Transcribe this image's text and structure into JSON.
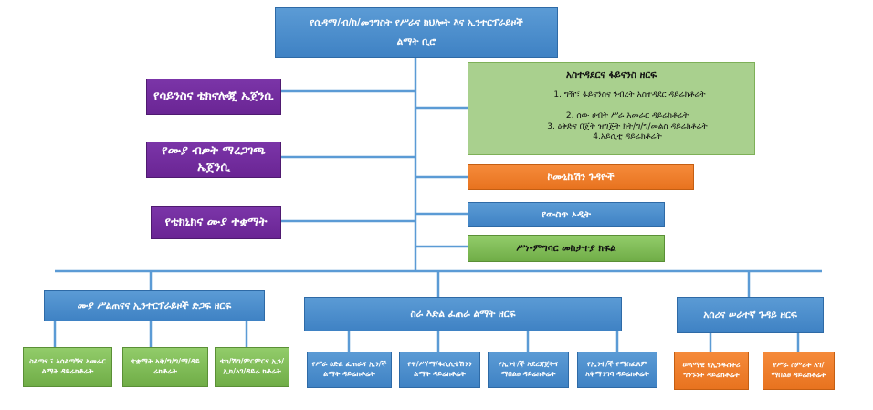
{
  "head": {
    "line1": "የሲዳማ/ብ/ክ/መንግስት የሥራና ክህሎት እና ኢንተርፕራይዞች",
    "line2": "ልማት ቢሮ"
  },
  "agencies": [
    "የሳይንስና ቴክኖሎጂ ኤጀንሲ",
    "የሙያ ብቃት ማረጋገጫ ኤጀንሲ",
    "የቴክኒክና ሙያ ተቋማት"
  ],
  "admin": {
    "title": "አስተዳደርና ፋይናንስ ዘርፍ",
    "items": [
      "1. ግዥ፣ ፋይናንስና ንብረት አስተዳደር ዳይሬክቶሬት",
      "2. ሰው ሀብት ሥራ አመራር ዳይሬክቶሬት",
      "3. ዕቅድና በጀት ዝግጅት ክት/ግ/ግ/መልስ ዳይሬክቶሬት",
      "4.አይሲቲ ዳይሬክቶሬት"
    ]
  },
  "staff": {
    "communication": "ኮሙኒኬሽን ጉዳዮች",
    "audit": "የውስጥ ኦዲት",
    "ethics": "ሥነ-ምግባር መከታተያ ክፍል"
  },
  "sectors": [
    {
      "title": "ሙያ ሥልጠናና ኢንተርፕራይዞች ድጋፍ ዘርፍ",
      "directorates": [
        "ስልጣና ፣ አሰልጣኝና አመራር ልማት ዳይሬክቶሬት",
        "ተቋማት አቅ/ግ/ግ/ማ/ዳይ ሬክቶሬት",
        "ቴክ/ሽግ/ምርምርና ኢን/ኢክ/አገ/ዳይሬ ክቶሬት"
      ]
    },
    {
      "title": "ስራ እድል ፈጠራ ልማት ዘርፍ",
      "directorates": [
        "የሥራ ዕድል ፈጠራና ኢን/ች ልማት ዳይሬክቶሬት",
        "የዋ/ሥ/ማ/ፋሲሊቴሽንን ልማት ዳይሬክቶሬት",
        "የኢንተ/ች አደረጃጀትና ማበልፀ ዳይሬክቶሬት",
        "የኢንተ/ች የማስፈጸም አቅማንግባ ዳይሬክቶሬት"
      ]
    },
    {
      "title": "አሰሪና ሠራተኛ ጉዳይ ዘርፍ",
      "directorates": [
        "ሠላማዊ የኢንዱስትሪ ግንኙነት ዳይሬክቶሬት",
        "የሥራ ስምሪት አገ/ማበልፀ ዳይሬክቶሬት"
      ]
    }
  ],
  "colors": {
    "blue": "#5b9bd5",
    "purple": "#7030a0",
    "green": "#70ad47",
    "light_green": "#a9d08e",
    "orange": "#ed7d31",
    "connector": "#5b9bd5"
  }
}
